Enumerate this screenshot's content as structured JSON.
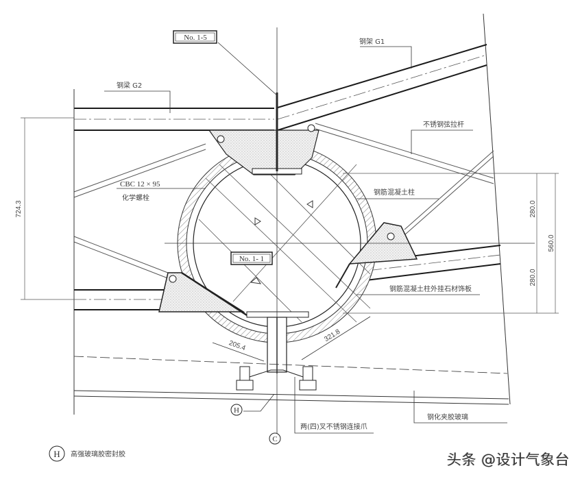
{
  "drawing": {
    "title_tags": {
      "top_tag": "No. 1-5",
      "center_tag": "No. 1- 1"
    },
    "labels": {
      "steel_frame_g1": "钢架  G1",
      "steel_beam_g2": "钢梁  G2",
      "stainless_steel_tie_rod": "不锈钢弦拉杆",
      "cbc_bolt_spec": "CBC  12 × 95",
      "chemical_bolt": "化学螺栓",
      "rc_column": "钢筋混凝土柱",
      "rc_column_stone_cladding": "钢筋混凝土柱外挂石材饰板",
      "stainless_steel_connector": "两(四)叉不锈钢连接爪",
      "tempered_glass": "钢化夹胶玻璃"
    },
    "dimensions": {
      "left_vertical": "724.3",
      "right_upper": "280.0",
      "right_lower": "280.0",
      "right_total": "560.0",
      "diag_left": "205.4",
      "diag_right": "321.8"
    },
    "callouts": {
      "h_marker": "H",
      "c_marker": "C"
    },
    "legend": {
      "marker": "H",
      "text": "高强玻璃胶密封胶"
    },
    "watermark": "头条 @设计气象台",
    "colors": {
      "line": "#1a1a1a",
      "thin_line": "#555555",
      "dim_line": "#9a9a9a",
      "hatch": "#666666",
      "fill_dots": "#e9e9e9"
    }
  }
}
